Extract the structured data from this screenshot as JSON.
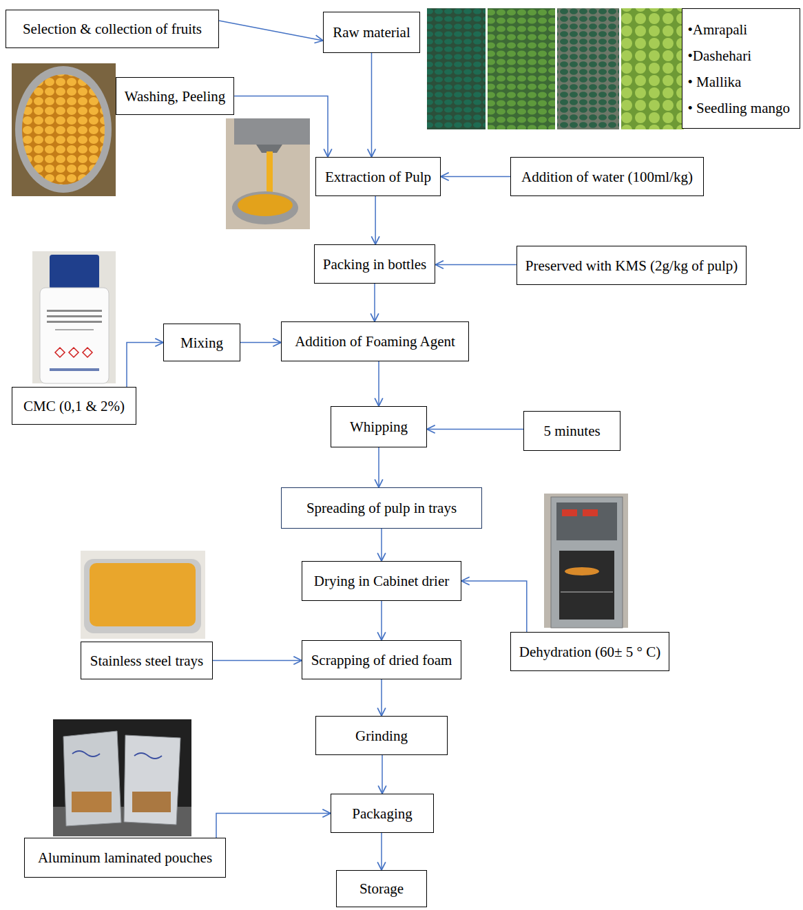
{
  "diagram": {
    "nodes": [
      {
        "text": [
          "Selection & collection of fruits"
        ]
      },
      {
        "text": [
          "Raw material"
        ]
      },
      {
        "text": [
          "•Amrapali",
          "•Dashehari",
          "• Mallika",
          "• Seedling mango"
        ]
      },
      {
        "text": [
          "Washing, Peeling"
        ]
      },
      {
        "text": [
          "Extraction of Pulp"
        ]
      },
      {
        "text": [
          "Addition of water (100ml/kg)"
        ]
      },
      {
        "text": [
          "Packing in bottles"
        ]
      },
      {
        "text": [
          "Preserved with KMS (2g/kg of pulp)"
        ]
      },
      {
        "text": [
          "Mixing"
        ]
      },
      {
        "text": [
          "Addition of Foaming Agent"
        ]
      },
      {
        "text": [
          "CMC (0,1 & 2%)"
        ]
      },
      {
        "text": [
          "Whipping"
        ]
      },
      {
        "text": [
          "5 minutes"
        ]
      },
      {
        "text": [
          "Spreading of pulp in trays"
        ]
      },
      {
        "text": [
          "Drying in Cabinet drier"
        ]
      },
      {
        "text": [
          "Dehydration (60± 5 ° C)"
        ]
      },
      {
        "text": [
          "Stainless steel trays"
        ]
      },
      {
        "text": [
          "Scrapping of dried foam"
        ]
      },
      {
        "text": [
          "Grinding"
        ]
      },
      {
        "text": [
          "Packaging"
        ]
      },
      {
        "text": [
          "Aluminum laminated pouches"
        ]
      },
      {
        "text": [
          "Storage"
        ]
      }
    ],
    "edges": [
      {
        "from": 0,
        "to": 1,
        "arrow": "to"
      },
      {
        "from": 3,
        "to": 4,
        "arrow": "to"
      },
      {
        "from": 1,
        "to": 4,
        "arrow": "to"
      },
      {
        "from": 5,
        "to": 4,
        "arrow": "to"
      },
      {
        "from": 4,
        "to": 6,
        "arrow": "to"
      },
      {
        "from": 7,
        "to": 6,
        "arrow": "to"
      },
      {
        "from": 10,
        "to": 8,
        "arrow": "to"
      },
      {
        "from": 8,
        "to": 9,
        "arrow": "to"
      },
      {
        "from": 6,
        "to": 9,
        "arrow": "to"
      },
      {
        "from": 9,
        "to": 11,
        "arrow": "to"
      },
      {
        "from": 12,
        "to": 11,
        "arrow": "to"
      },
      {
        "from": 11,
        "to": 13,
        "arrow": "to"
      },
      {
        "from": 13,
        "to": 14,
        "arrow": "to"
      },
      {
        "from": 15,
        "to": 14,
        "arrow": "to"
      },
      {
        "from": 14,
        "to": 17,
        "arrow": "to"
      },
      {
        "from": 16,
        "to": 17,
        "arrow": "to"
      },
      {
        "from": 17,
        "to": 18,
        "arrow": "to"
      },
      {
        "from": 18,
        "to": 19,
        "arrow": "to"
      },
      {
        "from": 20,
        "to": 19,
        "arrow": "to"
      },
      {
        "from": 19,
        "to": 21,
        "arrow": "to"
      }
    ]
  }
}
